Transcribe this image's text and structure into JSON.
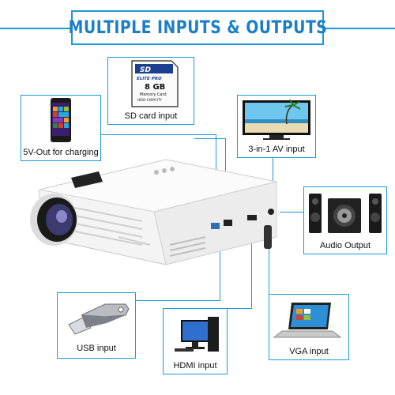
{
  "title": "MULTIPLE INPUTS & OUTPUTS",
  "colors": {
    "accent": "#1b9bd8",
    "title_text": "#1b7fc8",
    "projector_body": "#f4f4f4"
  },
  "sd_card": {
    "brand": "SD",
    "series": "ELITE PRO",
    "capacity": "8 GB",
    "line1": "Memory Card",
    "line2": "HIGH-CAPACITY"
  },
  "callouts": {
    "sd": "SD card input",
    "charging": "5V-Out for charging",
    "av": "3-in-1 AV input",
    "audio": "Audio Output",
    "usb": "USB input",
    "hdmi": "HDMI input",
    "vga": "VGA input"
  }
}
